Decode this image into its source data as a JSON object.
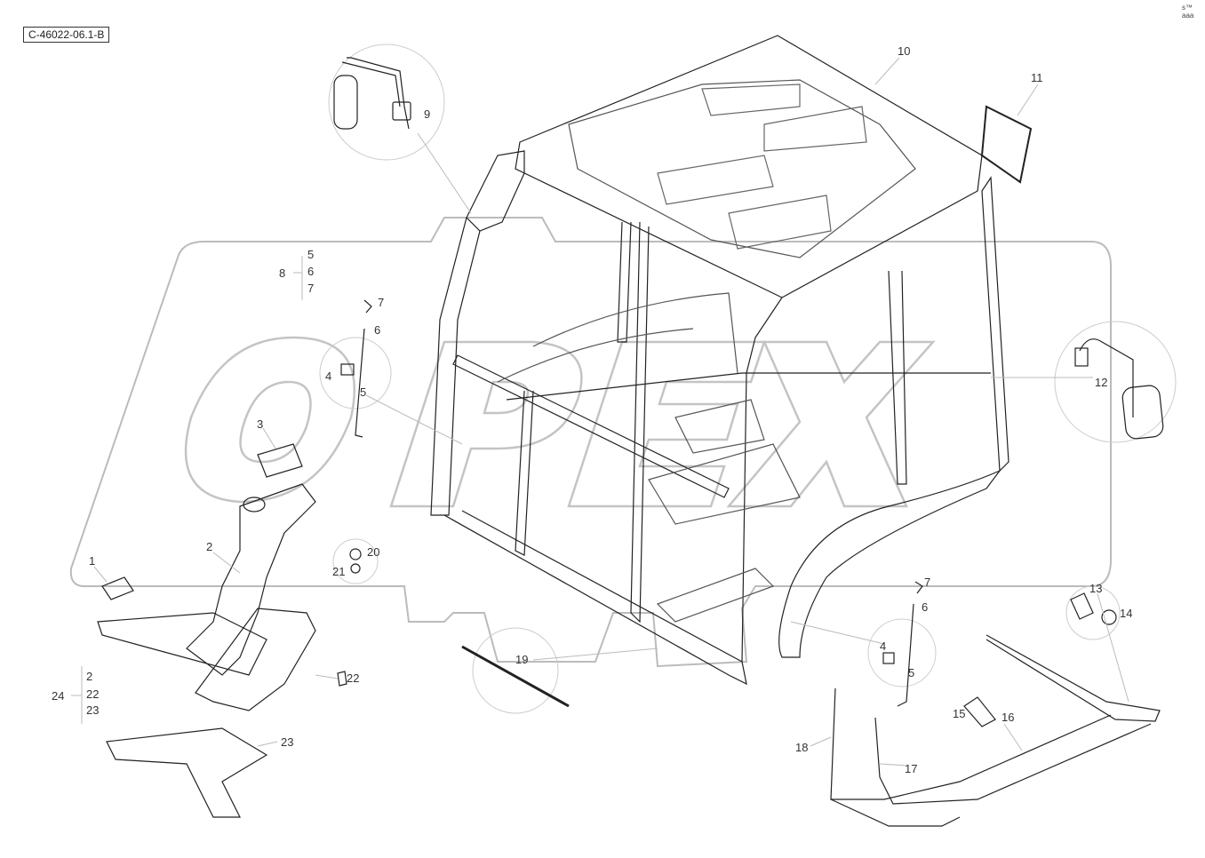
{
  "drawing_ref": "C-46022-06.1-B",
  "corner_mark": "s™ aaa",
  "callouts": [
    {
      "id": "c1",
      "label": "1"
    },
    {
      "id": "c2",
      "label": "2"
    },
    {
      "id": "c3",
      "label": "3"
    },
    {
      "id": "c4a",
      "label": "4"
    },
    {
      "id": "c5a",
      "label": "5"
    },
    {
      "id": "c6a",
      "label": "6"
    },
    {
      "id": "c7a",
      "label": "7"
    },
    {
      "id": "c8",
      "label": "8"
    },
    {
      "id": "c9",
      "label": "9"
    },
    {
      "id": "c10",
      "label": "10"
    },
    {
      "id": "c11",
      "label": "11"
    },
    {
      "id": "c12",
      "label": "12"
    },
    {
      "id": "c13",
      "label": "13"
    },
    {
      "id": "c14",
      "label": "14"
    },
    {
      "id": "c15",
      "label": "15"
    },
    {
      "id": "c16",
      "label": "16"
    },
    {
      "id": "c17",
      "label": "17"
    },
    {
      "id": "c18",
      "label": "18"
    },
    {
      "id": "c19",
      "label": "19"
    },
    {
      "id": "c20",
      "label": "20"
    },
    {
      "id": "c21",
      "label": "21"
    },
    {
      "id": "c22",
      "label": "22"
    },
    {
      "id": "c23",
      "label": "23"
    },
    {
      "id": "c24",
      "label": "24"
    },
    {
      "id": "c4b",
      "label": "4"
    },
    {
      "id": "c5b",
      "label": "5"
    },
    {
      "id": "c6b",
      "label": "6"
    },
    {
      "id": "c7b",
      "label": "7"
    }
  ],
  "kits": {
    "kit8": {
      "label": "8",
      "items": [
        "5",
        "6",
        "7"
      ]
    },
    "kit24": {
      "label": "24",
      "items": [
        "2",
        "22",
        "23"
      ]
    }
  },
  "watermark": "OPEX"
}
